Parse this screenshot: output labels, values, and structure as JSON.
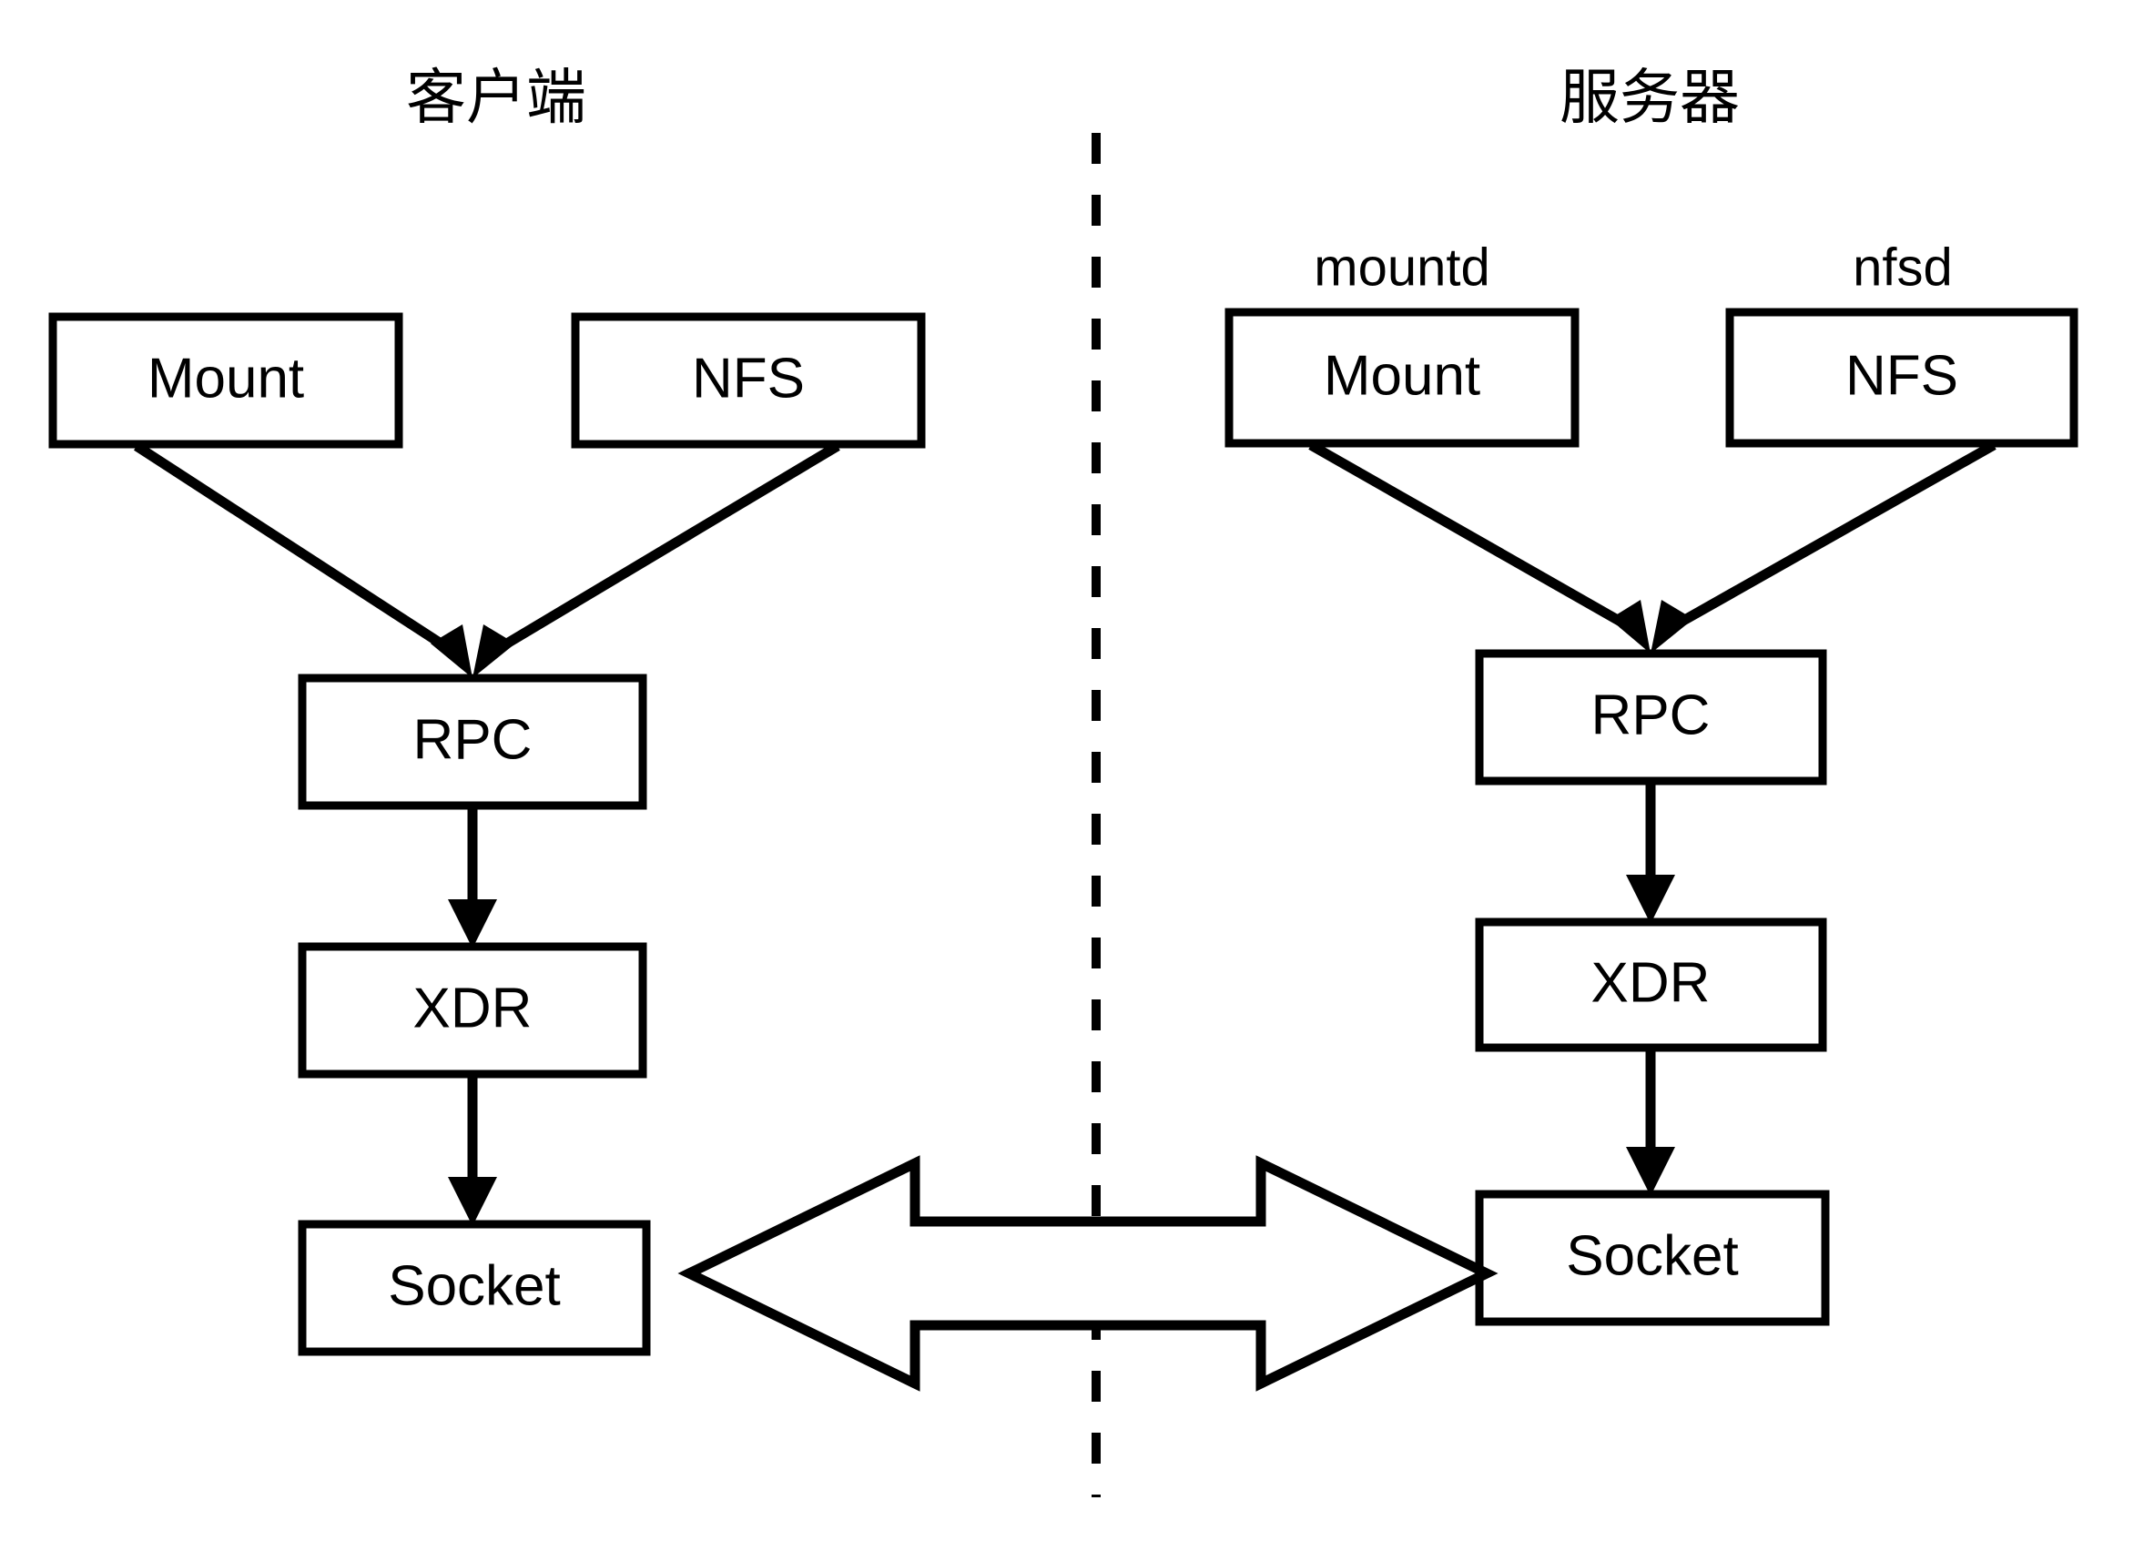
{
  "diagram": {
    "title_client": "客户端",
    "title_server": "服务器",
    "colors": {
      "stroke": "#000000",
      "fill": "#ffffff",
      "background": "#ffffff"
    },
    "client": {
      "label": "客户端",
      "top_boxes": [
        {
          "label": "Mount",
          "name": "client-mount-box"
        },
        {
          "label": "NFS",
          "name": "client-nfs-box"
        }
      ],
      "stack_boxes": [
        {
          "label": "RPC",
          "name": "client-rpc-box"
        },
        {
          "label": "XDR",
          "name": "client-xdr-box"
        },
        {
          "label": "Socket",
          "name": "client-socket-box"
        }
      ]
    },
    "server": {
      "label": "服务器",
      "daemons": [
        {
          "label": "mountd",
          "name": "server-mountd-label"
        },
        {
          "label": "nfsd",
          "name": "server-nfsd-label"
        }
      ],
      "top_boxes": [
        {
          "label": "Mount",
          "name": "server-mount-box"
        },
        {
          "label": "NFS",
          "name": "server-nfs-box"
        }
      ],
      "stack_boxes": [
        {
          "label": "RPC",
          "name": "server-rpc-box"
        },
        {
          "label": "XDR",
          "name": "server-xdr-box"
        },
        {
          "label": "Socket",
          "name": "server-socket-box"
        }
      ]
    },
    "connections": {
      "client_mount_to_rpc": "Mount -> RPC",
      "client_nfs_to_rpc": "NFS -> RPC",
      "client_rpc_to_xdr": "RPC -> XDR",
      "client_xdr_to_socket": "XDR -> Socket",
      "server_mount_to_rpc": "Mount -> RPC",
      "server_nfs_to_rpc": "NFS -> RPC",
      "server_rpc_to_xdr": "RPC -> XDR",
      "server_xdr_to_socket": "XDR -> Socket",
      "socket_to_socket": "Socket <-> Socket"
    }
  }
}
